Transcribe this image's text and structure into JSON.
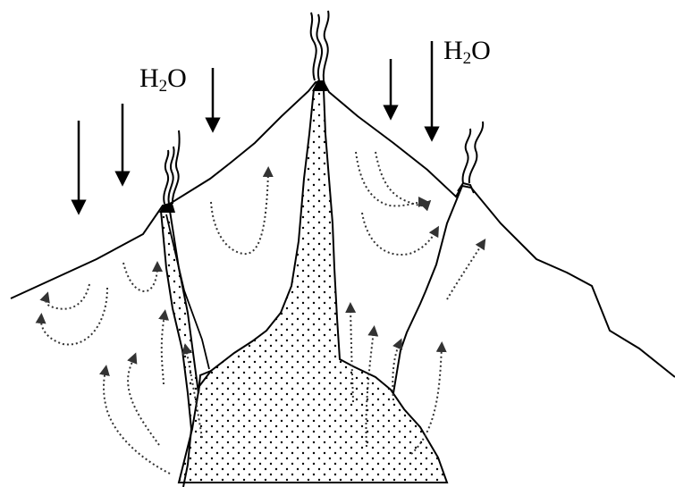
{
  "labels": {
    "water_left": {
      "base": "H",
      "sub": "2",
      "tail": "O"
    },
    "water_right": {
      "base": "H",
      "sub": "2",
      "tail": "O"
    }
  },
  "colors": {
    "ink": "#000000",
    "dashed": "#333333",
    "background": "#ffffff"
  }
}
